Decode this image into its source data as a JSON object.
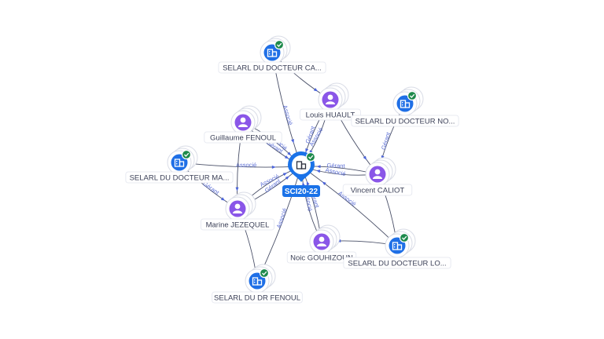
{
  "center": {
    "label": "SCI20-22",
    "icon": "building-icon",
    "verified": true
  },
  "nodes": [
    {
      "id": "ca",
      "type": "company",
      "label": "SELARL DU DOCTEUR CA...",
      "verified": true,
      "icon": "building-icon"
    },
    {
      "id": "hua",
      "type": "person",
      "label": "Louis HUAULT",
      "icon": "person-icon"
    },
    {
      "id": "no",
      "type": "company",
      "label": "SELARL DU DOCTEUR NO...",
      "verified": true,
      "icon": "building-icon"
    },
    {
      "id": "gf",
      "type": "person",
      "label": "Guillaume FENOUL",
      "icon": "person-icon"
    },
    {
      "id": "ma",
      "type": "company",
      "label": "SELARL DU DOCTEUR MA...",
      "verified": true,
      "icon": "building-icon"
    },
    {
      "id": "vc",
      "type": "person",
      "label": "Vincent CALIOT",
      "icon": "person-icon"
    },
    {
      "id": "mj",
      "type": "person",
      "label": "Marine JEZEQUEL",
      "icon": "person-icon"
    },
    {
      "id": "ng",
      "type": "person",
      "label": "Noic GOUHIZOUN",
      "icon": "person-icon"
    },
    {
      "id": "lo",
      "type": "company",
      "label": "SELARL DU DOCTEUR LO...",
      "verified": true,
      "icon": "building-icon"
    },
    {
      "id": "dr",
      "type": "company",
      "label": "SELARL DU DR FENOUL",
      "verified": true,
      "icon": "building-icon"
    }
  ],
  "edges": [
    {
      "from": "ca",
      "to": "center",
      "label": "Associé"
    },
    {
      "from": "hua",
      "to": "center",
      "label": "Gérant"
    },
    {
      "from": "hua",
      "to": "center",
      "label": "Associé"
    },
    {
      "from": "gf",
      "to": "center",
      "label": "Gérant"
    },
    {
      "from": "gf",
      "to": "center",
      "label": "Associé"
    },
    {
      "from": "ma",
      "to": "center",
      "label": "Associé"
    },
    {
      "from": "vc",
      "to": "center",
      "label": "Gérant"
    },
    {
      "from": "vc",
      "to": "center",
      "label": "Associé"
    },
    {
      "from": "mj",
      "to": "center",
      "label": "Gérant"
    },
    {
      "from": "mj",
      "to": "center",
      "label": "Associé"
    },
    {
      "from": "ng",
      "to": "center",
      "label": "Gérant"
    },
    {
      "from": "ng",
      "to": "center",
      "label": "Associé"
    },
    {
      "from": "dr",
      "to": "center",
      "label": "Associé"
    },
    {
      "from": "lo",
      "to": "center",
      "label": "Associé"
    },
    {
      "from": "no",
      "to": "vc",
      "label": "Gérant"
    },
    {
      "from": "ma",
      "to": "mj",
      "label": "Gérant"
    },
    {
      "from": "hua",
      "to": "vc",
      "label": ""
    },
    {
      "from": "ca",
      "to": "hua",
      "label": ""
    },
    {
      "from": "gf",
      "to": "mj",
      "label": ""
    },
    {
      "from": "dr",
      "to": "mj",
      "label": ""
    },
    {
      "from": "lo",
      "to": "ng",
      "label": ""
    },
    {
      "from": "lo",
      "to": "vc",
      "label": ""
    }
  ]
}
